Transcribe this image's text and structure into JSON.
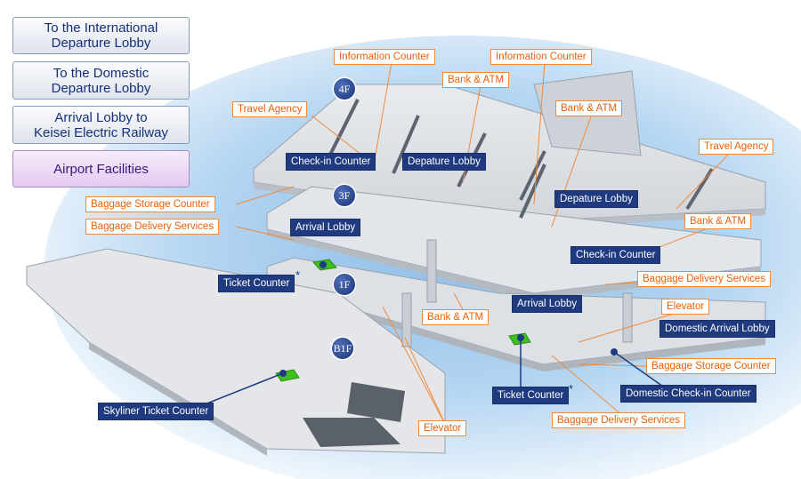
{
  "nav": {
    "international": "To the International\nDeparture Lobby",
    "domestic": "To the Domestic\nDeparture Lobby",
    "arrival": "Arrival Lobby to\nKeisei Electric Railway",
    "facilities": "Airport Facilities"
  },
  "floors": {
    "f4": "4F",
    "f3": "3F",
    "f1": "1F",
    "b1": "B1F"
  },
  "labels": {
    "information_counter_1": "Information Counter",
    "information_counter_2": "Information Counter",
    "bank_atm_1": "Bank & ATM",
    "bank_atm_2": "Bank & ATM",
    "bank_atm_3": "Bank & ATM",
    "bank_atm_4": "Bank & ATM",
    "travel_agency_1": "Travel Agency",
    "travel_agency_2": "Travel Agency",
    "baggage_storage_1": "Baggage Storage Counter",
    "baggage_storage_2": "Baggage Storage Counter",
    "baggage_delivery_1": "Baggage Delivery Services",
    "baggage_delivery_2": "Baggage Delivery Services",
    "baggage_delivery_3": "Baggage Delivery Services",
    "elevator_1": "Elevator",
    "elevator_2": "Elevator",
    "checkin_counter_1": "Check-in Counter",
    "checkin_counter_2": "Check-in Counter",
    "departure_lobby_1": "Depature Lobby",
    "departure_lobby_2": "Depature Lobby",
    "arrival_lobby_1": "Arrival Lobby",
    "arrival_lobby_2": "Arrival Lobby",
    "ticket_counter_1": "Ticket Counter",
    "ticket_counter_2": "Ticket Counter",
    "skyliner_ticket": "Skyliner Ticket Counter",
    "domestic_arrival": "Domestic Arrival Lobby",
    "domestic_checkin": "Domestic Check-in Counter"
  },
  "marks": {
    "asterisk": "*"
  },
  "colors": {
    "nav_text": "#14307a",
    "orange_label": "#e8600a",
    "navy_label": "#1f3a7f",
    "green_counter": "#3fbf1f",
    "floor_fill": "#dfe2e6",
    "background_blue": "#9dc6ea"
  }
}
